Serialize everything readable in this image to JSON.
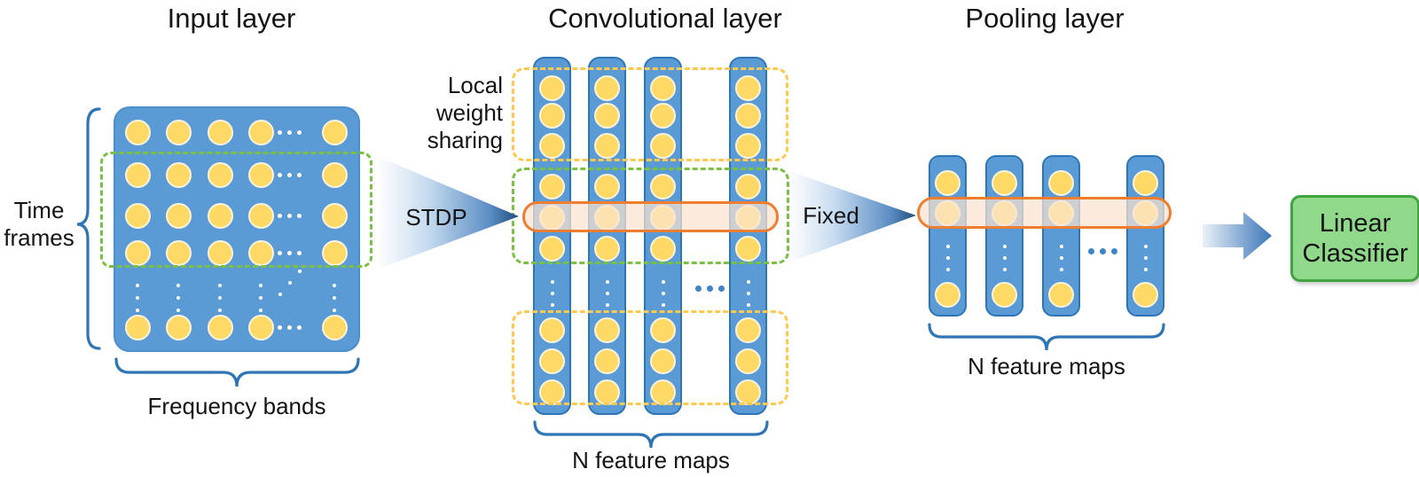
{
  "titles": {
    "input_layer": "Input layer",
    "convolutional_layer": "Convolutional layer",
    "pooling_layer": "Pooling layer"
  },
  "labels": {
    "time_frames": [
      "Time",
      "frames"
    ],
    "frequency_bands": "Frequency bands",
    "stdp": "STDP",
    "fixed": "Fixed",
    "local_weight_sharing": [
      "Local",
      "weight",
      "sharing"
    ],
    "conv_n_feature_maps": "N feature maps",
    "pool_n_feature_maps": "N feature maps",
    "linear_classifier": [
      "Linear",
      "Classifier"
    ]
  },
  "structure": {
    "input_grid": {
      "circle_columns_shown": 5,
      "circle_rows_shown": 5,
      "column_ellipsis": true,
      "row_ellipsis": true
    },
    "convolutional": {
      "feature_maps_shown": 4,
      "circles_per_map_shown": 9,
      "map_ellipsis": true,
      "row_ellipsis": true,
      "local_weight_sharing_groups": 3
    },
    "pooling": {
      "feature_maps_shown": 4,
      "circles_per_map_shown": 3,
      "map_ellipsis": true,
      "row_ellipsis": true
    }
  },
  "colors": {
    "layer_fill": "#5B9BD5",
    "layer_border": "#2E75B6",
    "input_box_border": "#4B8FCC",
    "neuron_fill": "#FFD966",
    "neuron_stroke": "#FAF3DC",
    "green_dash": "#7AC143",
    "yellow_dash": "#FFC94F",
    "orange_border": "#ED7D31",
    "orange_fill": "rgba(251,227,207,0.72)",
    "brace_blue": "#2E75B6",
    "arrow_tip_dark": "#1F4E79",
    "block_arrow_blue": "#3B76B8",
    "ellipsis_blue": "#3D85C8",
    "white_dot": "#FFFFFF",
    "classifier_fill": "#90D98B",
    "classifier_border": "#3FA33F",
    "text": "#141414"
  }
}
